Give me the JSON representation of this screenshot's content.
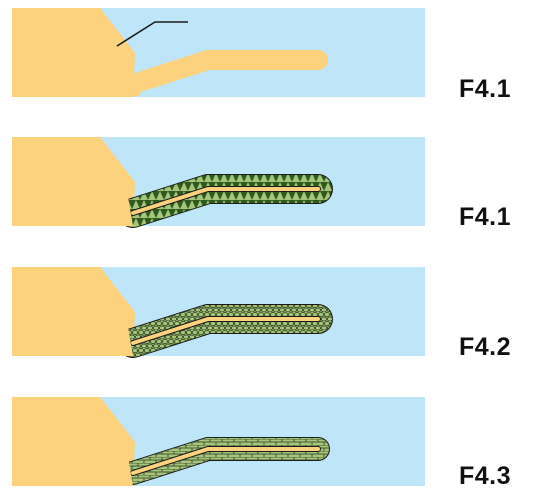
{
  "colors": {
    "water": "#bfe6f8",
    "rock": "#fdd27e",
    "growth": "#a4c57a",
    "outline": "#1a1a1a",
    "background": "#ffffff"
  },
  "panels": [
    {
      "label": "F4.1",
      "fill": "none"
    },
    {
      "label": "F4.1",
      "fill": "teeth"
    },
    {
      "label": "F4.2",
      "fill": "pebbles"
    },
    {
      "label": "F4.3",
      "fill": "bricks"
    }
  ]
}
